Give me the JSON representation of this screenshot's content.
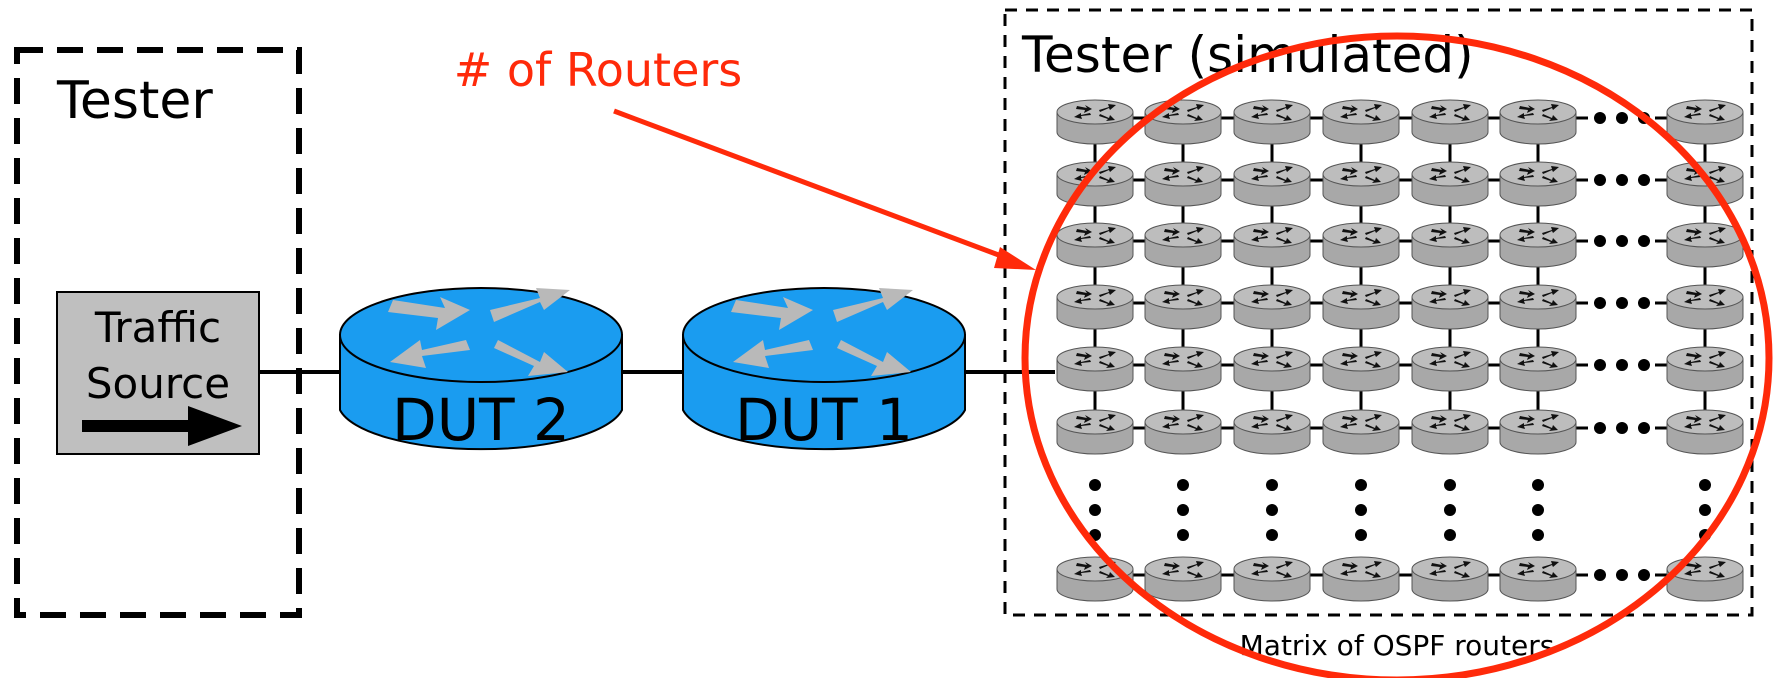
{
  "tester_left": {
    "label": "Tester"
  },
  "traffic_source": {
    "line1": "Traffic",
    "line2": "Source"
  },
  "duts": [
    {
      "label": "DUT 2"
    },
    {
      "label": "DUT 1"
    }
  ],
  "tester_simulated": {
    "label": "Tester (simulated)",
    "caption": "Matrix of OSPF routers",
    "matrix_rows_shown": 7,
    "matrix_cols_shown": 7
  },
  "callout": {
    "label": "# of Routers"
  },
  "colors": {
    "dut_fill": "#1a9cf0",
    "dut_arrows": "#b9b9b9",
    "router_fill": "#a8a8a8",
    "router_top": "#bdbdbd",
    "source_fill": "#bfbfbf",
    "callout": "#ff2a0a",
    "line": "#000000"
  }
}
